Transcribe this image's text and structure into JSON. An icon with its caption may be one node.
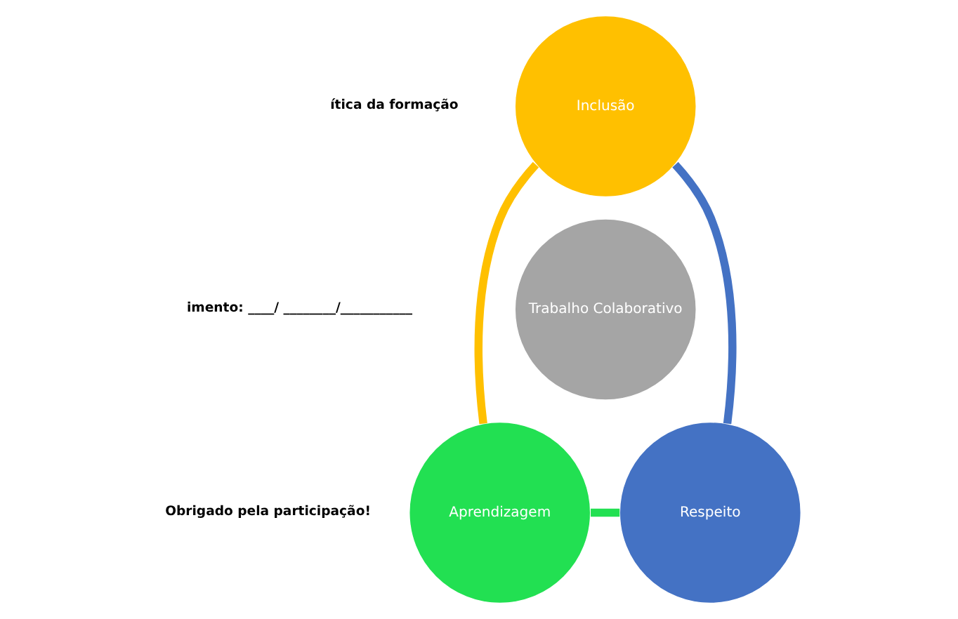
{
  "diagram": {
    "nodes": [
      {
        "text": [
          "Inclusão"
        ]
      },
      {
        "text": [
          "Trabalho Colaborativo"
        ]
      },
      {
        "text": [
          "Respeito"
        ]
      },
      {
        "text": [
          "Aprendizagem"
        ]
      }
    ],
    "edges": [
      {
        "from": 0,
        "to": 3,
        "arrow": "none",
        "color": "#ffc000"
      },
      {
        "from": 3,
        "to": 2,
        "arrow": "none",
        "color": "#22e052"
      },
      {
        "from": 2,
        "to": 0,
        "arrow": "none",
        "color": "#4472c4"
      }
    ],
    "labels": [
      "ítica da formação",
      "imento: ____/ ________/___________",
      "Obrigado pela participação!"
    ]
  }
}
